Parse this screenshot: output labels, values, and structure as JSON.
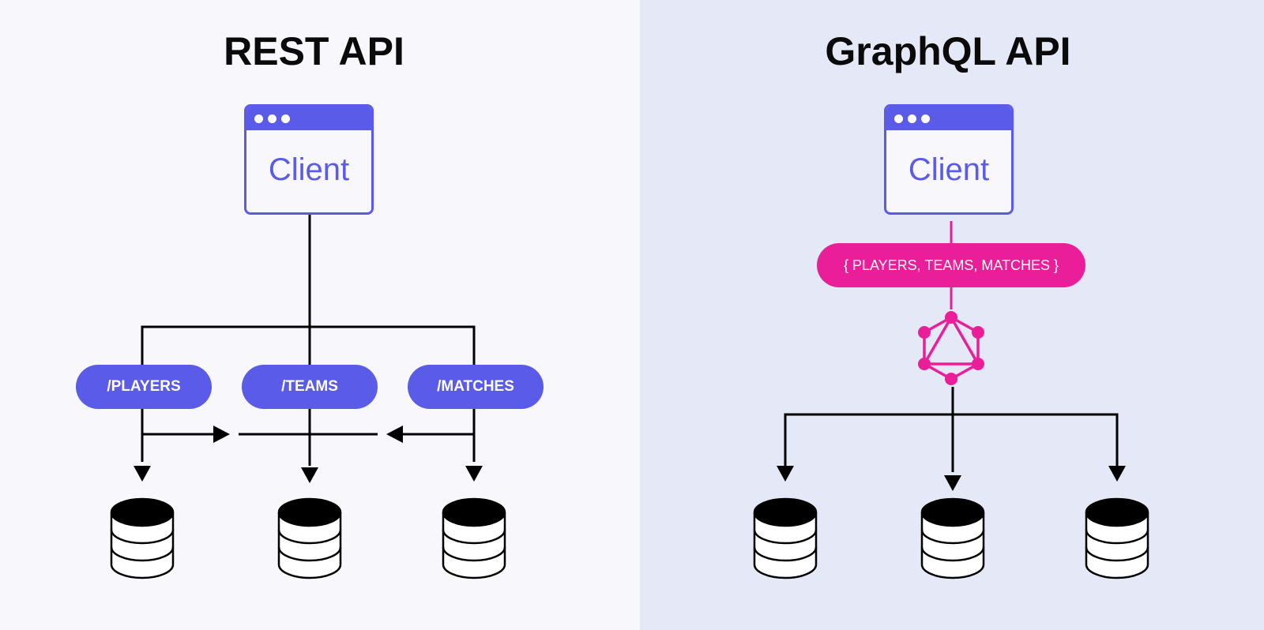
{
  "rest": {
    "title": "REST API",
    "client_label": "Client",
    "endpoints": [
      "/PLAYERS",
      "/TEAMS",
      "/MATCHES"
    ]
  },
  "graphql": {
    "title": "GraphQL API",
    "client_label": "Client",
    "query": "{ PLAYERS, TEAMS, MATCHES }"
  },
  "colors": {
    "accent": "#5B5BE9",
    "graphql_pink": "#EA1E98",
    "line": "#000000",
    "rest_bg": "#F8F8FC",
    "graphql_bg": "#E5E8F6"
  },
  "icons": [
    "browser-window-icon",
    "database-icon",
    "graphql-logo-icon",
    "arrow-down-icon",
    "arrow-right-icon",
    "arrow-left-icon"
  ]
}
